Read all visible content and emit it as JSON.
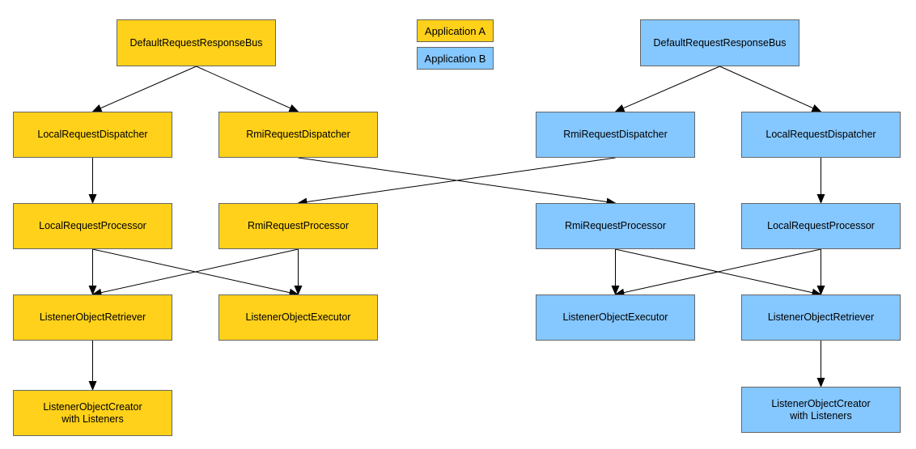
{
  "colors": {
    "application_a": "#FFD11A",
    "application_b": "#85C7FF",
    "edge": "#000000"
  },
  "legend": {
    "application_a": "Application A",
    "application_b": "Application B"
  },
  "app_a": {
    "bus": "DefaultRequestResponseBus",
    "local_dispatcher": "LocalRequestDispatcher",
    "rmi_dispatcher": "RmiRequestDispatcher",
    "local_processor": "LocalRequestProcessor",
    "rmi_processor": "RmiRequestProcessor",
    "retriever": "ListenerObjectRetriever",
    "executor": "ListenerObjectExecutor",
    "creator": "ListenerObjectCreator\nwith Listeners"
  },
  "app_b": {
    "bus": "DefaultRequestResponseBus",
    "rmi_dispatcher": "RmiRequestDispatcher",
    "local_dispatcher": "LocalRequestDispatcher",
    "rmi_processor": "RmiRequestProcessor",
    "local_processor": "LocalRequestProcessor",
    "executor": "ListenerObjectExecutor",
    "retriever": "ListenerObjectRetriever",
    "creator": "ListenerObjectCreator\nwith Listeners"
  },
  "edges": [
    [
      "a-bus",
      "a-local-dispatcher"
    ],
    [
      "a-bus",
      "a-rmi-dispatcher"
    ],
    [
      "a-local-dispatcher",
      "a-local-processor"
    ],
    [
      "a-local-processor",
      "a-retriever"
    ],
    [
      "a-local-processor",
      "a-executor"
    ],
    [
      "a-rmi-processor",
      "a-retriever"
    ],
    [
      "a-rmi-processor",
      "a-executor"
    ],
    [
      "a-retriever",
      "a-creator"
    ],
    [
      "a-rmi-dispatcher",
      "b-rmi-processor"
    ],
    [
      "b-rmi-dispatcher",
      "a-rmi-processor"
    ],
    [
      "b-bus",
      "b-rmi-dispatcher"
    ],
    [
      "b-bus",
      "b-local-dispatcher"
    ],
    [
      "b-local-dispatcher",
      "b-local-processor"
    ],
    [
      "b-rmi-processor",
      "b-executor"
    ],
    [
      "b-rmi-processor",
      "b-retriever"
    ],
    [
      "b-local-processor",
      "b-executor"
    ],
    [
      "b-local-processor",
      "b-retriever"
    ],
    [
      "b-retriever",
      "b-creator"
    ]
  ]
}
